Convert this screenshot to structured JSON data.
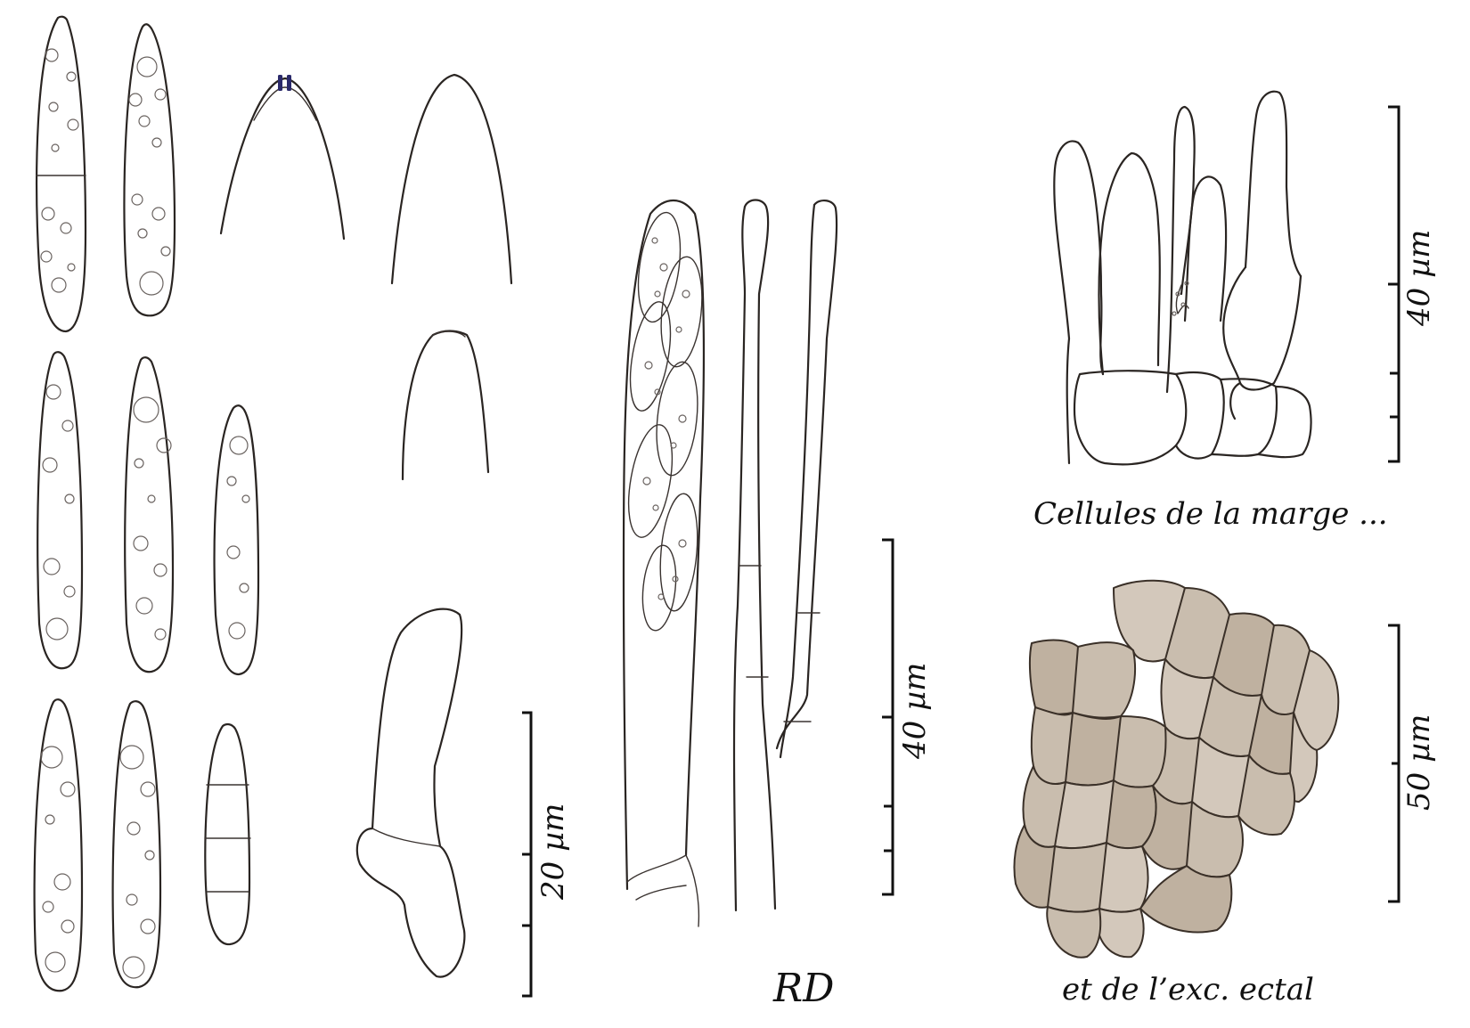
{
  "plate": {
    "scale_bars": [
      {
        "id": "spores",
        "label": "20 µm"
      },
      {
        "id": "asci",
        "label": "40 µm"
      },
      {
        "id": "margin",
        "label": "40 µm"
      },
      {
        "id": "excipulum",
        "label": "50 µm"
      }
    ],
    "captions": {
      "margin_cells": "Cellules de la marge ...",
      "ectal_excipulum": "et de l’exc. ectal",
      "author": "RD"
    }
  },
  "colors": {
    "ink": "#2a2522",
    "apical_plaque": "#2b2a6b",
    "excipulum_cells": "#c9bdae"
  }
}
